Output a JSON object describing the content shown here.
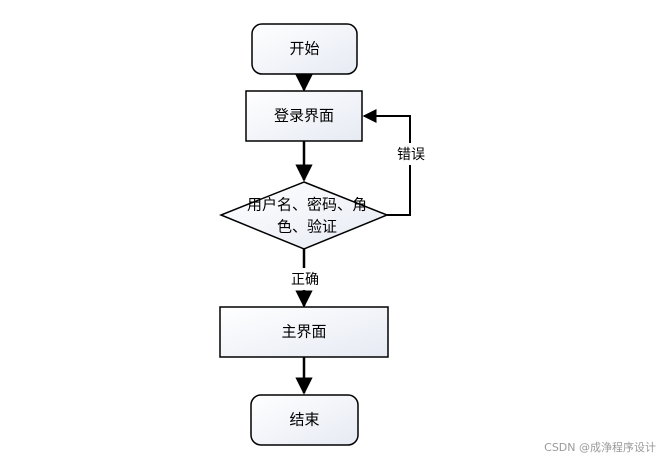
{
  "nodes": {
    "start": "开始",
    "login_page": "登录界面",
    "validate_line1": "用户名、密码、角",
    "validate_line2": "色、验证",
    "main_page": "主界面",
    "end": "结束"
  },
  "edges": {
    "error_label": "错误",
    "correct_label": "正确"
  },
  "watermark": "CSDN @成浄程序设计"
}
